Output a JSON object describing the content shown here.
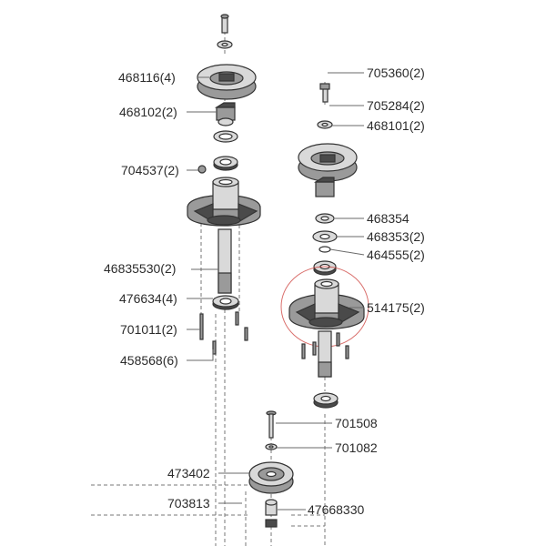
{
  "diagram": {
    "labels": {
      "l468116": "468116(4)",
      "l468102": "468102(2)",
      "l704537": "704537(2)",
      "l46835530": "46835530(2)",
      "l476634": "476634(4)",
      "l701011": "701011(2)",
      "l458568": "458568(6)",
      "l705360": "705360(2)",
      "l705284": "705284(2)",
      "l468101": "468101(2)",
      "l468354": "468354",
      "l468353": "468353(2)",
      "l464555": "464555(2)",
      "l514175": "514175(2)",
      "l701508": "701508",
      "l701082": "701082",
      "l473402": "473402",
      "l703813": "703813",
      "l47668330": "47668330"
    },
    "colors": {
      "highlight": "#c9302c",
      "line": "#333333"
    }
  }
}
